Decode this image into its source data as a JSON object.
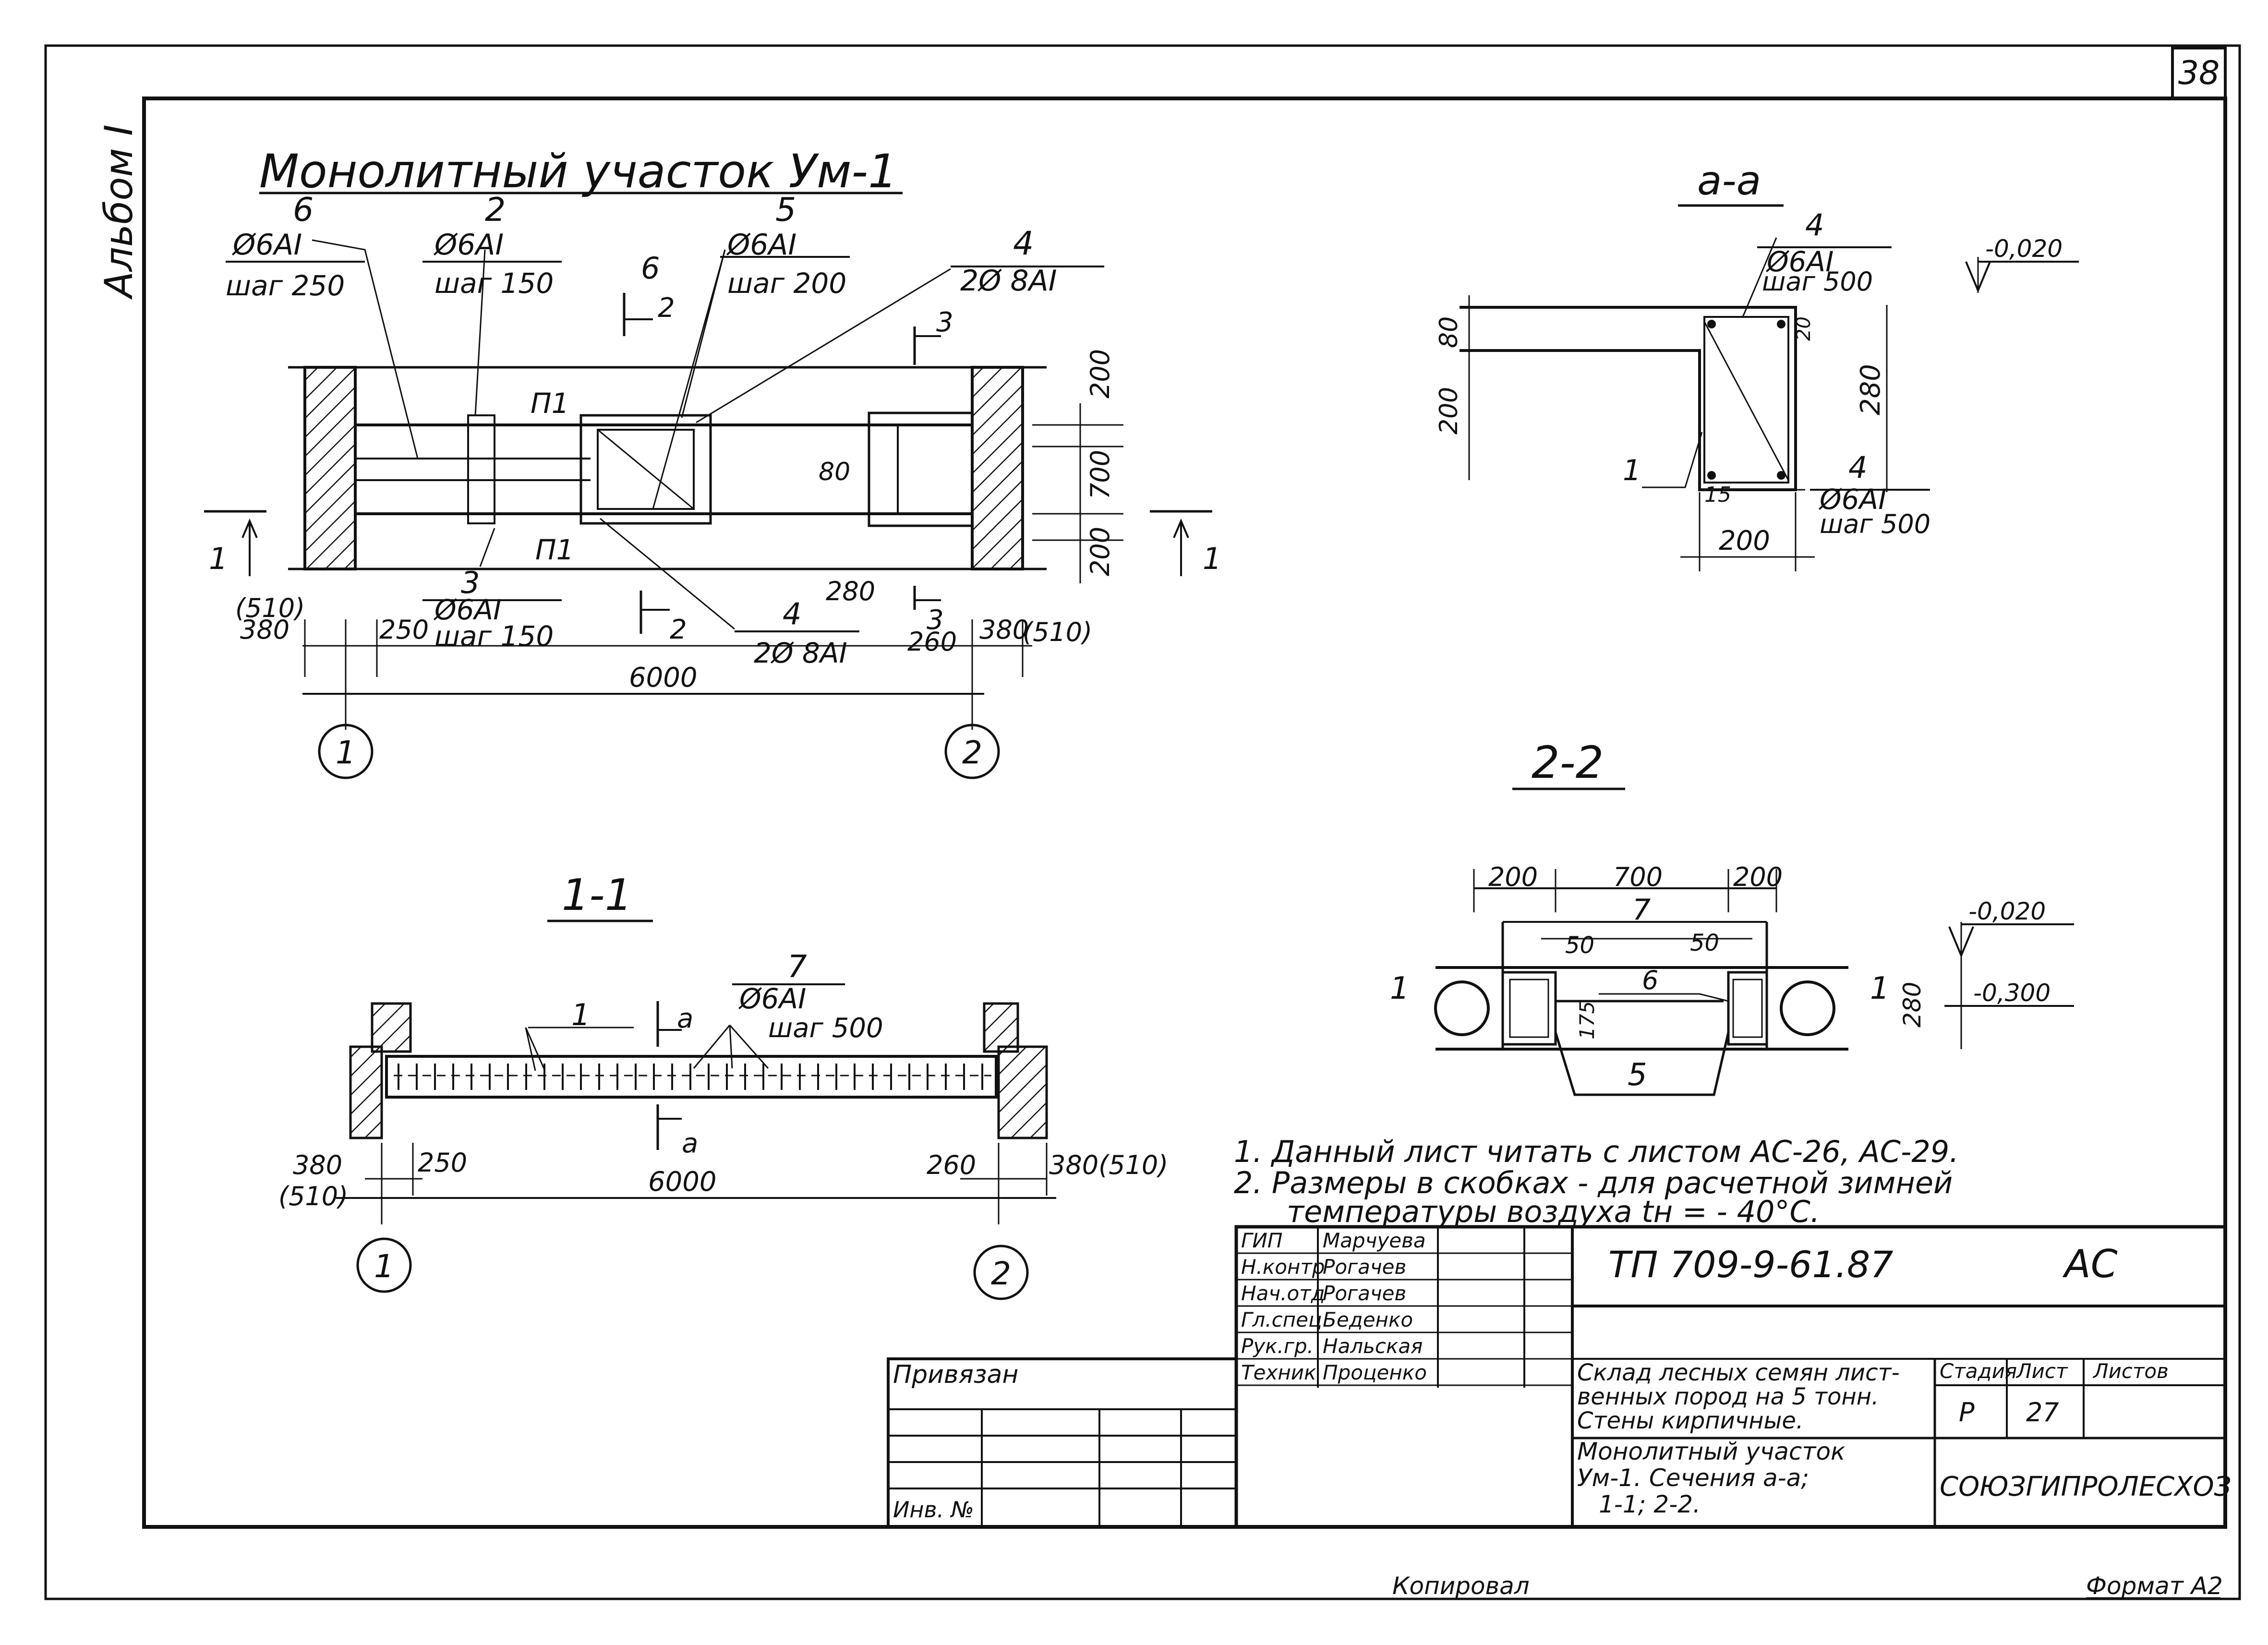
{
  "sheet_number": "38",
  "album": "Альбом I",
  "plan": {
    "title": "Монолитный участок Ум-1",
    "callouts": [
      {
        "num": "6",
        "text": "Ø6AI",
        "sub": "шаг 250"
      },
      {
        "num": "2",
        "text": "Ø6AI",
        "sub": "шаг 150"
      },
      {
        "num": "5",
        "text": "Ø6AI",
        "sub": "шаг 200"
      },
      {
        "num": "4",
        "text": "2Ø 8AI"
      },
      {
        "num": "3",
        "text": "Ø6AI",
        "sub": "шаг 150"
      },
      {
        "num": "4",
        "text": "2Ø 8AI"
      }
    ],
    "labels": {
      "slab_top": "П1",
      "slab_bottom": "П1",
      "cut_1": "1",
      "cut_2": "2",
      "cut_3": "3",
      "mark_6": "6",
      "dim_80": "80"
    },
    "dims_right": [
      "200",
      "700",
      "200"
    ],
    "dims_bottom": [
      "(510)",
      "380",
      "250",
      "280",
      "260",
      "380",
      "(510)"
    ],
    "overall": "6000",
    "axes": [
      "1",
      "2"
    ]
  },
  "section_aa": {
    "title": "а-а",
    "labels": [
      "4",
      "Ø6AI",
      "шаг 500",
      "4",
      "Ø6AI",
      "шаг 500",
      "1"
    ],
    "dims": [
      "80",
      "200",
      "280",
      "20",
      "15",
      "200"
    ],
    "level": "-0,020"
  },
  "section_11": {
    "title": "1-1",
    "callout": {
      "num": "7",
      "text": "Ø6AI",
      "sub": "шаг 500"
    },
    "labels": {
      "bar": "1",
      "cut": "а"
    },
    "dims": [
      "380",
      "(510)",
      "250",
      "260",
      "380(510)"
    ],
    "overall": "6000",
    "axes": [
      "1",
      "2"
    ]
  },
  "section_22": {
    "title": "2-2",
    "dims": [
      "200",
      "700",
      "200",
      "50",
      "50",
      "175",
      "280"
    ],
    "labels": [
      "7",
      "6",
      "5",
      "1",
      "1"
    ],
    "levels": [
      "-0,020",
      "-0,300"
    ]
  },
  "notes": [
    "1. Данный лист читать с листом АС-26, АС-29.",
    "2. Размеры в скобках - для расчетной зимней",
    "температуры воздуха tн = - 40°С."
  ],
  "title_block": {
    "roles": [
      "ГИП",
      "Н.контр",
      "Нач.отд",
      "Гл.спец",
      "Рук.гр.",
      "Техник"
    ],
    "names": [
      "Марчуева",
      "Рогачев",
      "Рогачев",
      "Беденко",
      "Нальская",
      "Проценко"
    ],
    "code": "ТП 709-9-61.87",
    "mark": "АС",
    "project_name": [
      "Склад лесных семян лист-",
      "венных пород на 5 тонн.",
      "Стены кирпичные."
    ],
    "sheet_title": [
      "Монолитный участок",
      "Ум-1. Сечения а-а;",
      "1-1; 2-2."
    ],
    "headers": [
      "Стадия",
      "Лист",
      "Листов"
    ],
    "values": [
      "Р",
      "27",
      ""
    ],
    "organization": "СОЮЗГИПРОЛЕСХОЗ",
    "bound_label": "Привязан",
    "inv_label": "Инв. №"
  },
  "footer": {
    "copied": "Копировал",
    "format": "Формат А2"
  }
}
